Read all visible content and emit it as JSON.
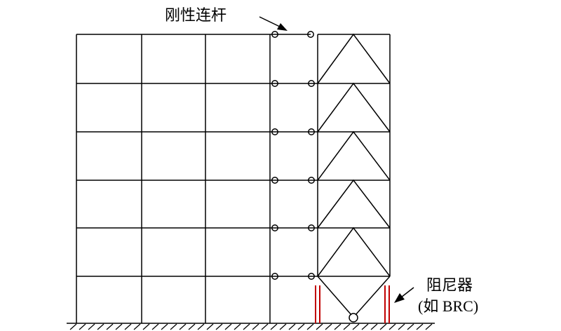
{
  "labels": {
    "rigid_link": "刚性连杆",
    "damper_line1": "阻尼器",
    "damper_line2": "(如 BRC)"
  },
  "colors": {
    "line": "#000000",
    "damper": "#c00000",
    "background": "#ffffff"
  }
}
